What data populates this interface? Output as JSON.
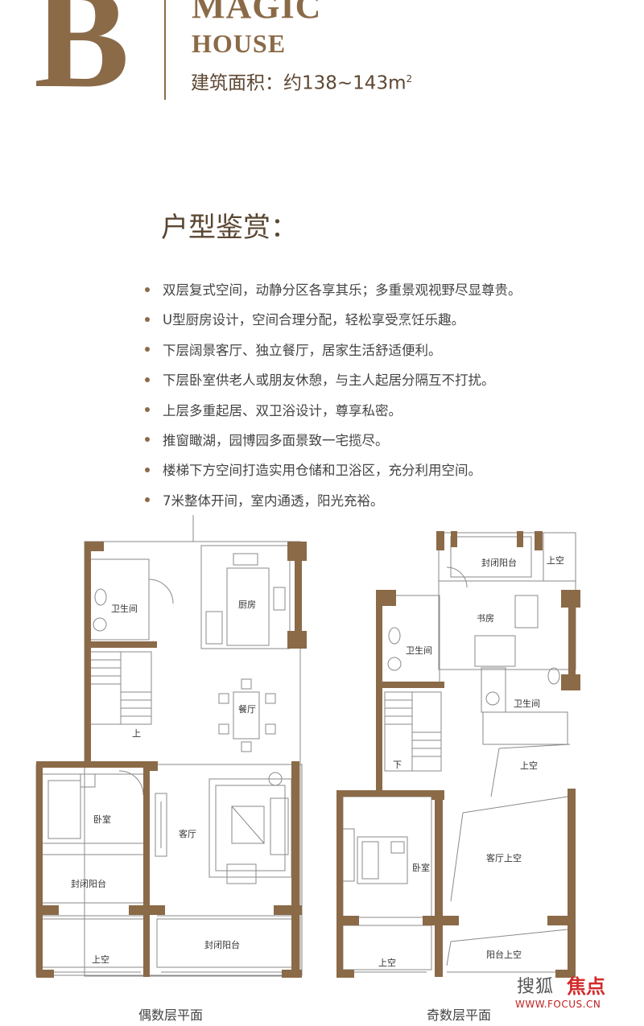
{
  "header": {
    "letter": "B",
    "line1": "MAGIC",
    "line2": "HOUSE",
    "area_label": "建筑面积：约138~143m",
    "area_sup": "2"
  },
  "section_title": "户型鉴赏：",
  "features": [
    "双层复式空间，动静分区各享其乐；多重景观视野尽显尊贵。",
    "U型厨房设计，空间合理分配，轻松享受烹饪乐趣。",
    "下层阔景客厅、独立餐厅，居家生活舒适便利。",
    "下层卧室供老人或朋友休憩，与主人起居分隔互不打扰。",
    "上层多重起居、双卫浴设计，尊享私密。",
    "推窗瞰湖，园博园多面景致一宅揽尽。",
    "楼梯下方空间打造实用仓储和卫浴区，充分利用空间。",
    "7米整体开间，室内通透，阳光充裕。"
  ],
  "left_plan": {
    "caption": "偶数层平面",
    "rooms": {
      "bath": "卫生间",
      "kitchen": "厨房",
      "dining": "餐厅",
      "stair": "上",
      "bedroom": "卧室",
      "living": "客厅",
      "balcony_left": "封闭阳台",
      "balcony_bottom": "封闭阳台",
      "void": "上空"
    }
  },
  "right_plan": {
    "caption": "奇数层平面",
    "rooms": {
      "balcony_top": "封闭阳台",
      "void_top": "上空",
      "study": "书房",
      "bath1": "卫生间",
      "bath2": "卫生间",
      "stair": "下",
      "void_mid": "上空",
      "bedroom": "卧室",
      "living_void": "客厅上空",
      "void_bottom": "上空",
      "balcony_void": "阳台上空"
    }
  },
  "watermark": {
    "brand": "搜狐",
    "brand2": "焦点",
    "url": "WWW.FOCUS.CN"
  },
  "colors": {
    "accent": "#8b6a48",
    "wall": "#8b6a48",
    "text": "#444444",
    "watermark_red": "#d32a2a"
  }
}
